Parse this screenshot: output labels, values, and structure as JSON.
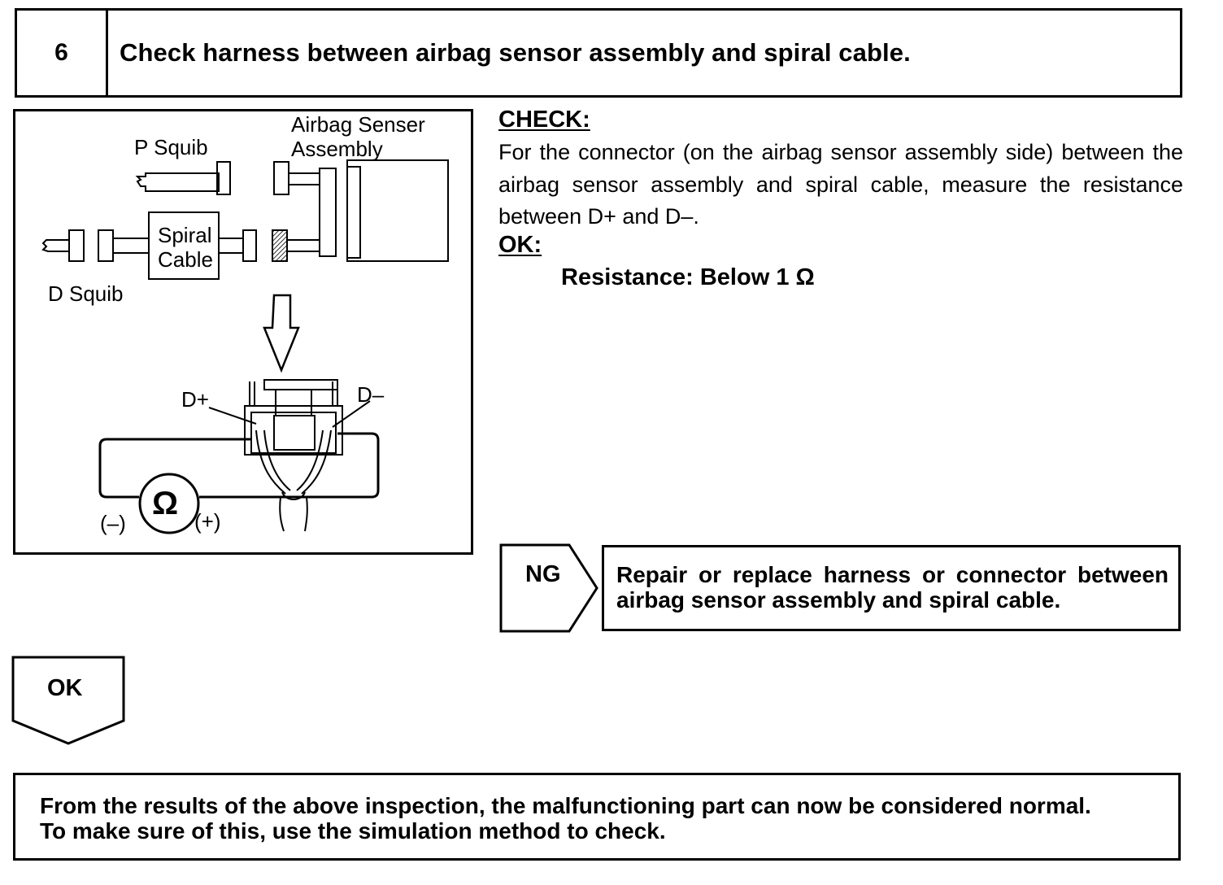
{
  "step": {
    "number": "6",
    "title": "Check harness between airbag sensor assembly and spiral cable."
  },
  "figure": {
    "labels": {
      "p_squib": "P Squib",
      "airbag_sensor_line1": "Airbag Senser",
      "airbag_sensor_line2": "Assembly",
      "spiral_line1": "Spiral",
      "spiral_line2": "Cable",
      "d_squib": "D Squib",
      "d_plus": "D+",
      "d_minus": "D–",
      "ohm_symbol": "Ω",
      "meter_minus": "(–)",
      "meter_plus": "(+)"
    }
  },
  "check": {
    "heading": "CHECK:",
    "body": "For the connector (on the airbag sensor assembly side) between  the airbag sensor assembly and spiral cable, measure the resistance between D+ and D–."
  },
  "ok_spec": {
    "heading": "OK:",
    "text": "Resistance: Below 1 Ω"
  },
  "ng": {
    "label": "NG",
    "action": "Repair or replace harness or connector between airbag sensor assembly and spiral cable."
  },
  "ok_branch": {
    "label": "OK"
  },
  "result": {
    "line1": "From the results of the above inspection, the malfunctioning part can now be considered normal.",
    "line2": "To make sure of this, use the simulation method to check."
  }
}
